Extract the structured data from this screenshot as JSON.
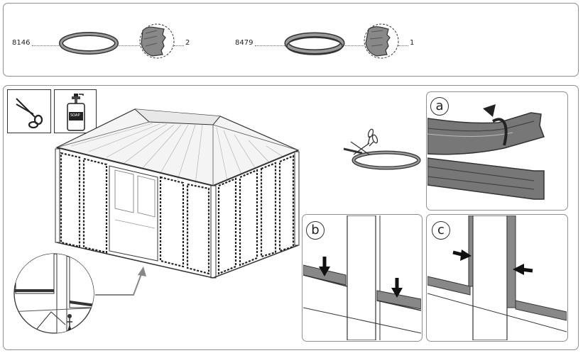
{
  "parts": [
    {
      "code": "8146",
      "qty": "2"
    },
    {
      "code": "8479",
      "qty": "1"
    }
  ],
  "tools": [
    {
      "icon": "scissors-icon"
    },
    {
      "icon": "soap-bottle-icon",
      "bottle_label": "SOAP"
    }
  ],
  "steps": [
    {
      "letter": "a"
    },
    {
      "letter": "b"
    },
    {
      "letter": "c"
    }
  ]
}
